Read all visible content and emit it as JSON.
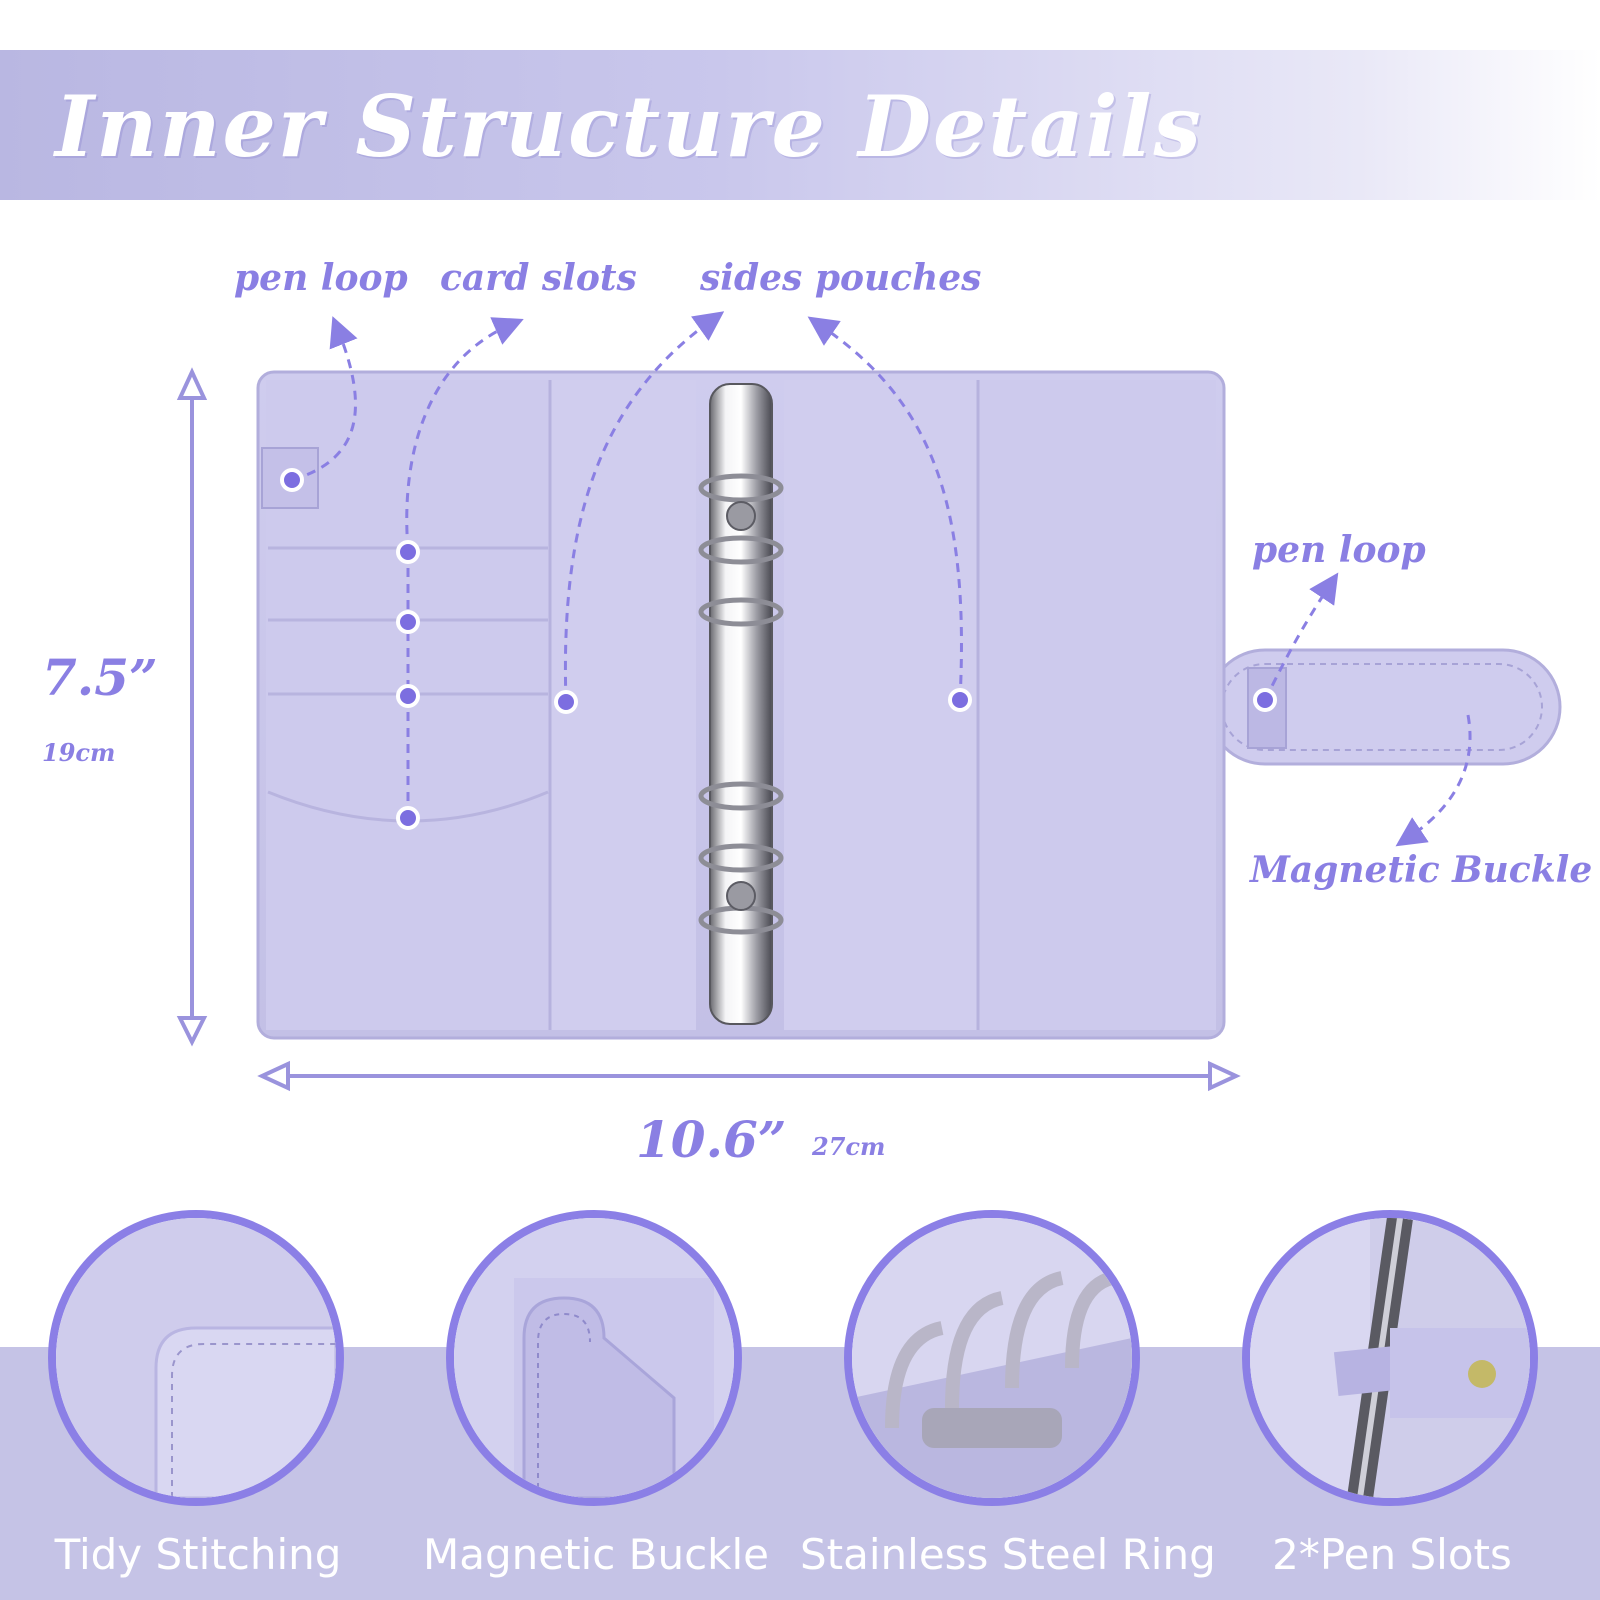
{
  "header": {
    "title": "Inner Structure Details"
  },
  "callouts": {
    "pen_loop_left": "pen loop",
    "card_slots": "card slots",
    "sides_pouches": "sides pouches",
    "pen_loop_right": "pen loop",
    "magnetic_buckle": "Magnetic Buckle"
  },
  "dimensions": {
    "height_in": "7.5”",
    "height_cm": "19cm",
    "width_in": "10.6”",
    "width_cm": "27cm"
  },
  "features": [
    {
      "label": "Tidy Stitching"
    },
    {
      "label": "Magnetic Buckle"
    },
    {
      "label": "Stainless Steel Ring"
    },
    {
      "label": "2*Pen Slots"
    }
  ],
  "colors": {
    "accent": "#8a7fe3",
    "binder": "#c9c6ea",
    "band": "#c5c3e6"
  }
}
